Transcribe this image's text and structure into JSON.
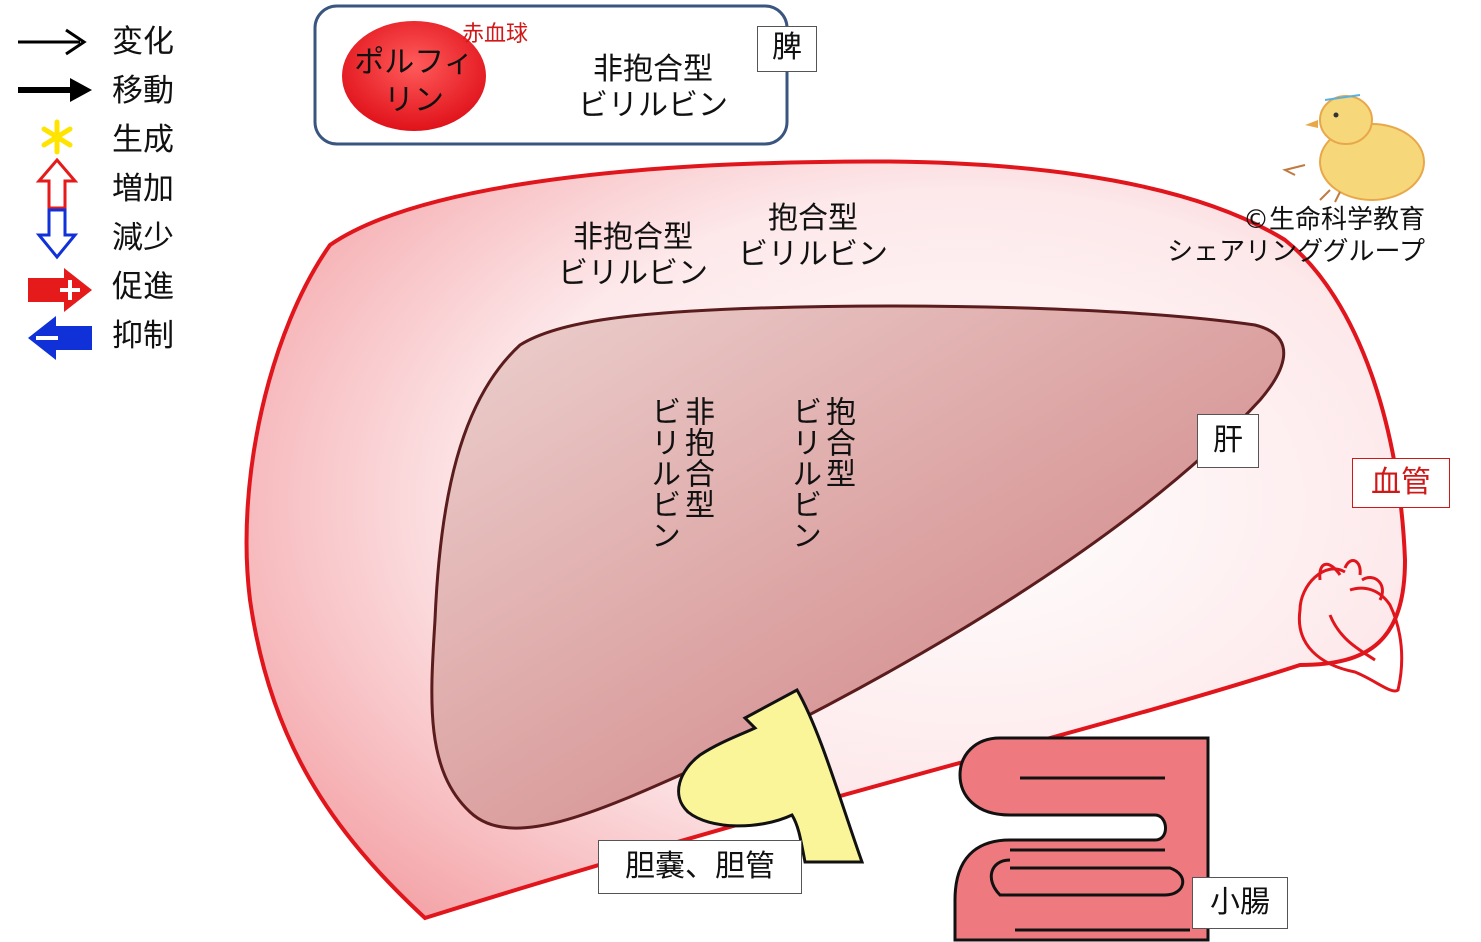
{
  "legend": [
    {
      "icon": "thin-arrow-icon",
      "label": "変化"
    },
    {
      "icon": "bold-arrow-icon",
      "label": "移動"
    },
    {
      "icon": "asterisk-icon",
      "label": "生成"
    },
    {
      "icon": "up-hollow-arrow-icon",
      "label": "増加"
    },
    {
      "icon": "down-hollow-arrow-icon",
      "label": "減少"
    },
    {
      "icon": "red-plus-arrow-icon",
      "label": "促進"
    },
    {
      "icon": "blue-minus-arrow-icon",
      "label": "抑制"
    }
  ],
  "spleen": {
    "box_label": "脾",
    "rbc_label": "赤血球",
    "porphyrin": "ポルフィ\nリン",
    "bilirubin": "非抱合型\nビリルビン"
  },
  "blood": {
    "unconjugated": "非抱合型\nビリルビン",
    "conjugated": "抱合型\nビリルビン",
    "box_label": "血管"
  },
  "liver": {
    "unconjugated": "非抱合型\nビリルビン",
    "conjugated": "抱合型\nビリルビン",
    "box_label": "肝"
  },
  "gallbladder_label": "胆嚢、胆管",
  "intestine_label": "小腸",
  "credit": "©生命科学教育\nシェアリンググループ",
  "colors": {
    "vessel_stroke": "#e0161c",
    "liver_stroke": "#5a1c1c",
    "spleen_stroke": "#3a5580",
    "rbc_fill": "#e8141a",
    "bile_fill": "#fbf59a",
    "intestine_fill": "#ee7a80",
    "legend_red": "#e51a1a",
    "legend_blue": "#1030d8",
    "legend_yellow": "#ffe400"
  }
}
